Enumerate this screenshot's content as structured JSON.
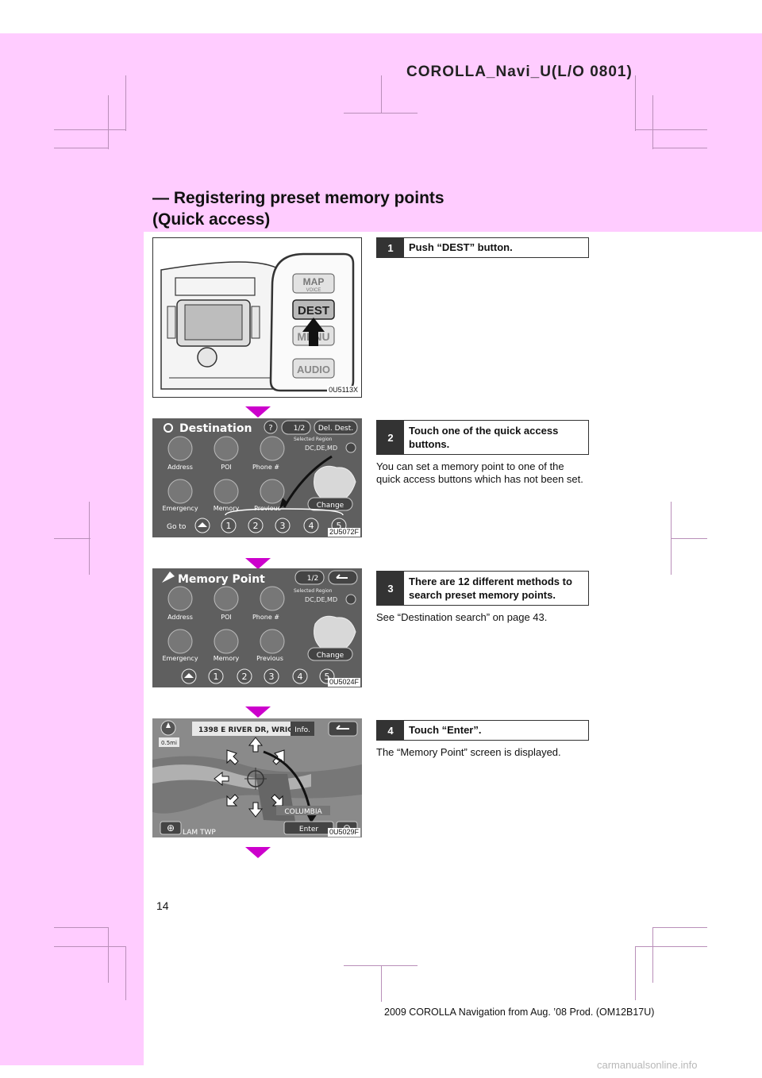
{
  "header": {
    "code": "COROLLA_Navi_U(L/O 0801)"
  },
  "section": {
    "title_line1": "— Registering preset memory points",
    "title_line2": "(Quick access)"
  },
  "steps": [
    {
      "num": "1",
      "text": "Push “DEST” button.",
      "desc": ""
    },
    {
      "num": "2",
      "text": "Touch one of the quick access buttons.",
      "desc": "You can set a memory point to one of the quick access buttons which has not been set."
    },
    {
      "num": "3",
      "text": "There are 12 different methods to search preset memory points.",
      "desc": "See “Destination search” on page 43."
    },
    {
      "num": "4",
      "text": "Touch “Enter”.",
      "desc": "The “Memory Point” screen is displayed."
    }
  ],
  "figures": [
    {
      "code": "0U5113X",
      "buttons": [
        "MAP",
        "VOICE",
        "DEST",
        "MENU",
        "AUDIO"
      ]
    },
    {
      "code": "2U5072F",
      "title": "Destination",
      "page": "1/2",
      "top_button": "Del. Dest.",
      "region_label": "Selected Region",
      "region": "DC,DE,MD",
      "items": [
        "Address",
        "POI",
        "Phone #",
        "Emergency",
        "Memory",
        "Previous"
      ],
      "change": "Change",
      "go_to": "Go to",
      "presets": [
        "1",
        "2",
        "3",
        "4",
        "5"
      ]
    },
    {
      "code": "0U5024F",
      "title": "Memory Point",
      "page": "1/2",
      "region_label": "Selected Region",
      "region": "DC,DE,MD",
      "items": [
        "Address",
        "POI",
        "Phone #",
        "Emergency",
        "Memory",
        "Previous"
      ],
      "change": "Change",
      "presets": [
        "1",
        "2",
        "3",
        "4",
        "5"
      ]
    },
    {
      "code": "0U5029F",
      "address": "1398 E RIVER DR, WRIGH...",
      "info": "Info.",
      "scale": "0.5mi",
      "place1": "COLUMBIA",
      "place2": "LAM TWP",
      "enter": "Enter"
    }
  ],
  "page_number": "14",
  "footer": "2009 COROLLA Navigation from Aug. ’08 Prod. (OM12B17U)",
  "watermark": "carmanualsonline.info",
  "colors": {
    "page_band": "#ffccff",
    "arrow": "#cc00cc",
    "screen": "#5f5f5f"
  }
}
